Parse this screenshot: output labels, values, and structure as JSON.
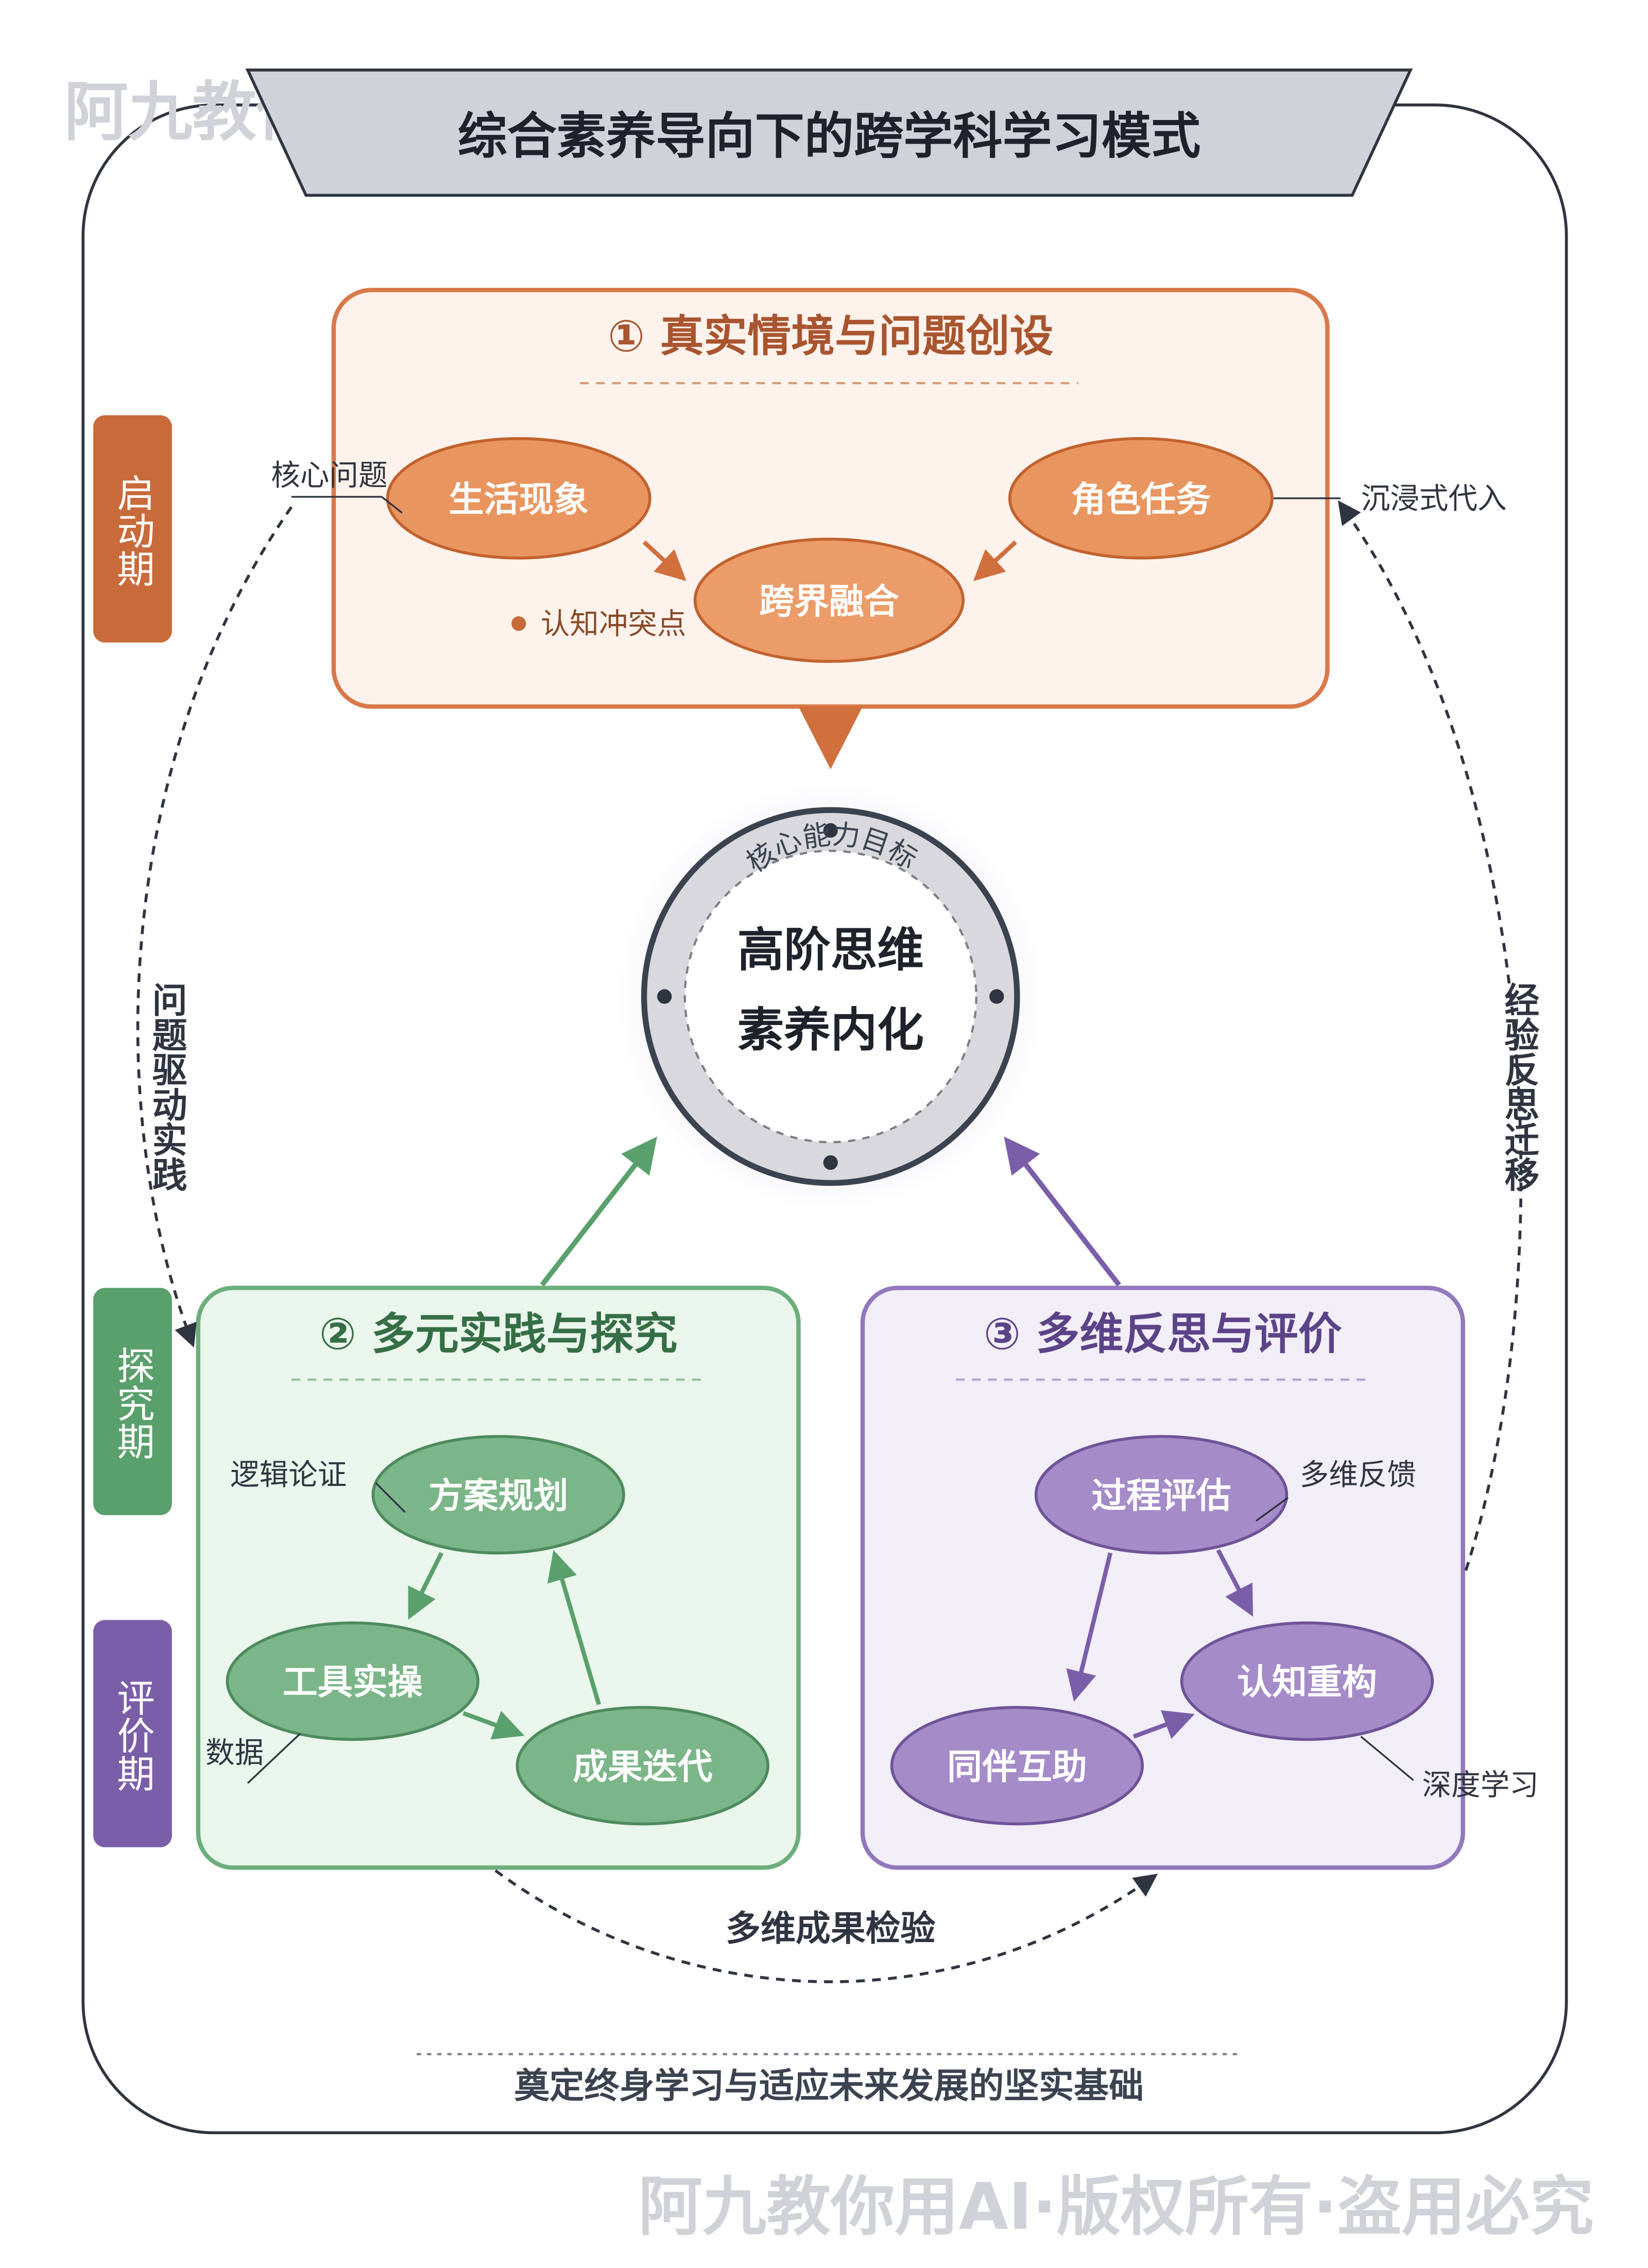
{
  "watermark": "阿九教你用AI·版权所有·盗用必究",
  "title": "综合素养导向下的跨学科学习模式",
  "phases": {
    "start": "启动期",
    "explore": "探究期",
    "evaluate": "评价期"
  },
  "section1": {
    "title": "① 真实情境与问题创设",
    "nodes": {
      "life": "生活现象",
      "role": "角色任务",
      "cross": "跨界融合"
    },
    "notes": {
      "core_question": "核心问题",
      "immersive": "沉浸式代入",
      "conflict": "认知冲突点"
    }
  },
  "center": {
    "arc_label": "核心能力目标",
    "line1": "高阶思维",
    "line2": "素养内化"
  },
  "section2": {
    "title": "② 多元实践与探究",
    "nodes": {
      "plan": "方案规划",
      "tool": "工具实操",
      "iterate": "成果迭代"
    },
    "notes": {
      "logic": "逻辑论证",
      "data": "数据"
    }
  },
  "section3": {
    "title": "③ 多维反思与评价",
    "nodes": {
      "process": "过程评估",
      "peer": "同伴互助",
      "reconstruct": "认知重构"
    },
    "notes": {
      "feedback": "多维反馈",
      "deep": "深度学习"
    }
  },
  "flows": {
    "left": "问题驱动实践",
    "right": "经验反思迁移",
    "bottom": "多维成果检验"
  },
  "footer": "奠定终身学习与适应未来发展的坚实基础",
  "colors": {
    "orange": "#c96a3a",
    "orange_fill": "#e9955f",
    "green": "#5aa06c",
    "green_fill": "#7bb688",
    "purple": "#7b5ea8",
    "purple_fill": "#a58bc8",
    "dark": "#3b4350"
  }
}
